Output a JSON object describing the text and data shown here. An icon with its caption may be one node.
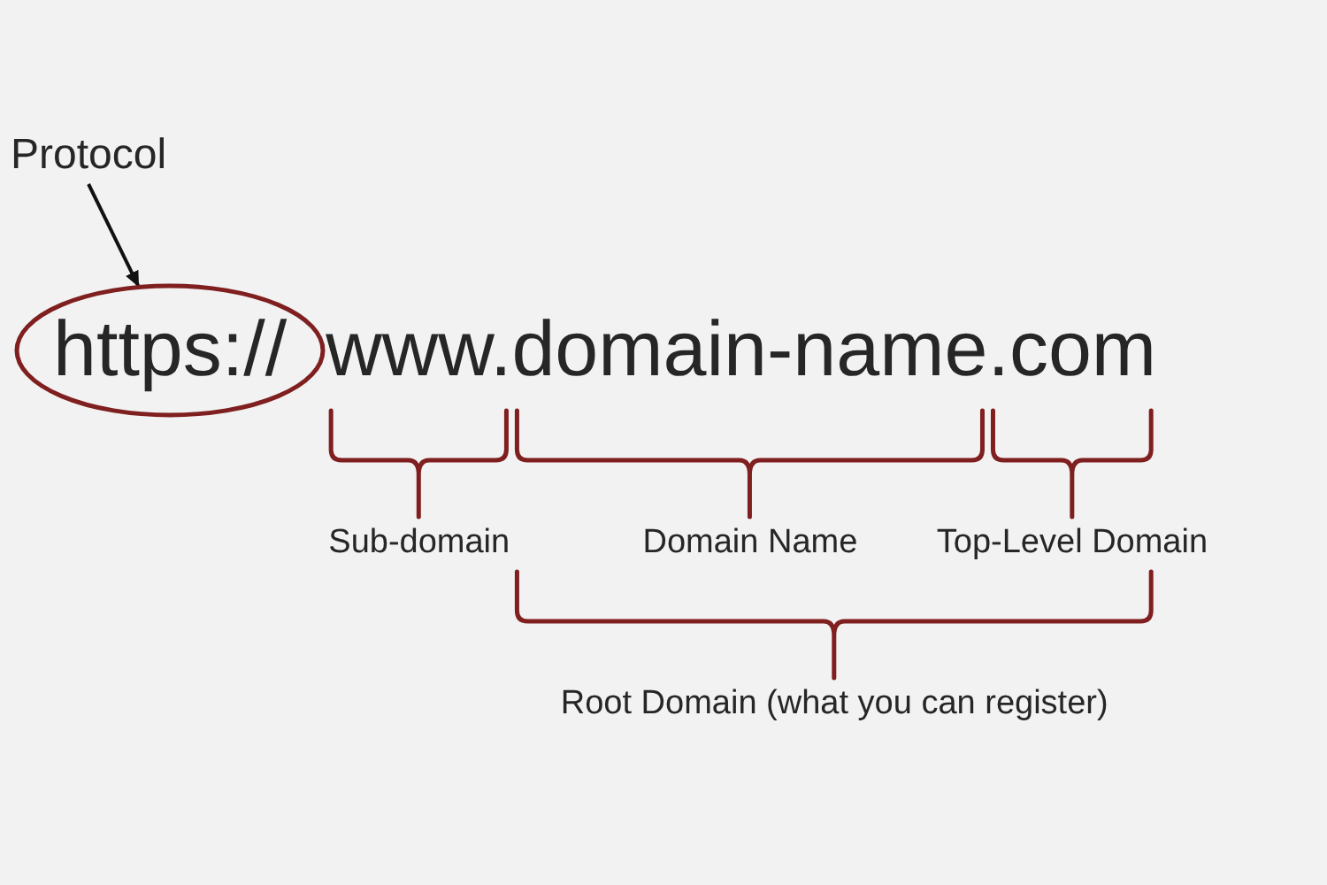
{
  "diagram": {
    "nodes": [
      {
        "text": [
          "Protocol"
        ]
      },
      {
        "text": [
          "https://"
        ]
      }
    ],
    "edges": [
      {
        "from": 0,
        "to": 1,
        "arrow": "to"
      }
    ],
    "labels": [
      "www.",
      "domain-name",
      ".com",
      "Sub-domain",
      "Domain Name",
      "Top-Level Domain",
      "Root Domain (what you can register)"
    ]
  }
}
